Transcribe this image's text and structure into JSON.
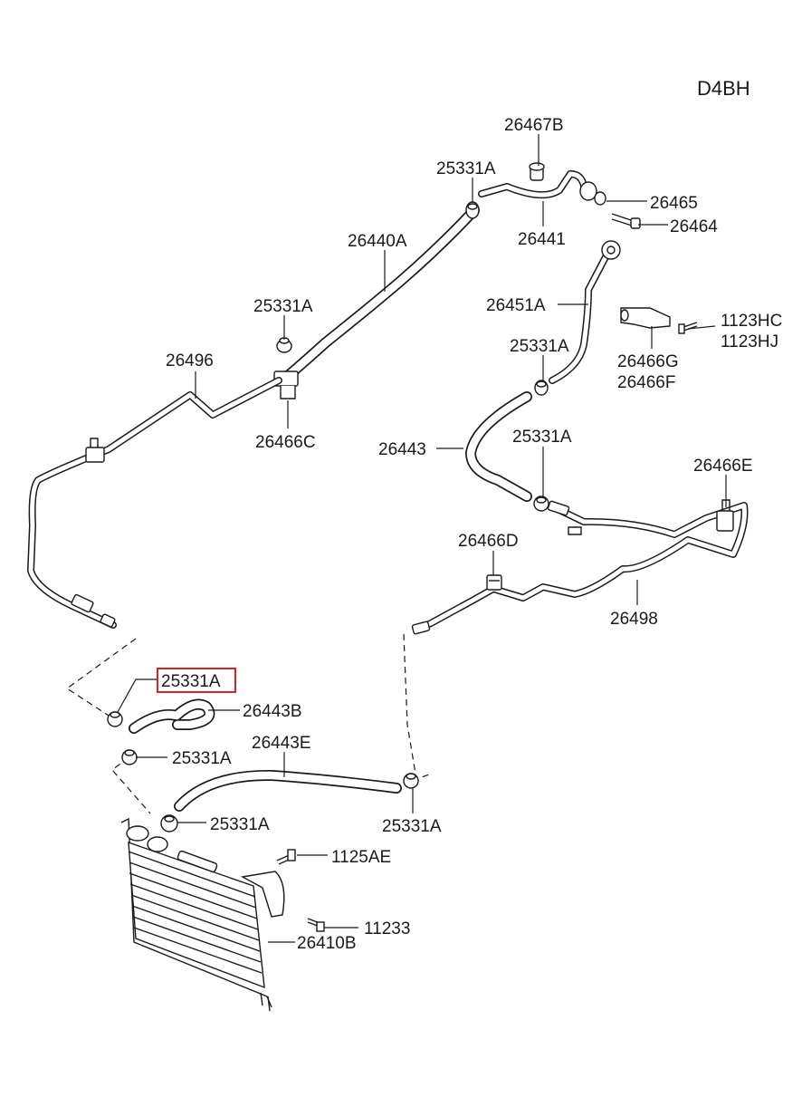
{
  "diagram": {
    "engine_code": "D4BH",
    "highlighted_label": "25331A",
    "labels": {
      "p26467B": "26467B",
      "p25331A_top": "25331A",
      "p26465": "26465",
      "p26464": "26464",
      "p26441": "26441",
      "p26440A": "26440A",
      "p25331A_mid": "25331A",
      "p26496": "26496",
      "p26466C": "26466C",
      "p26451A": "26451A",
      "p1123HC": "1123HC",
      "p1123HJ": "1123HJ",
      "p25331A_r1": "25331A",
      "p26466G": "26466G",
      "p26466F": "26466F",
      "p26443": "26443",
      "p25331A_r2": "25331A",
      "p26466E": "26466E",
      "p26466D": "26466D",
      "p26498": "26498",
      "p25331A_sel": "25331A",
      "p26443B": "26443B",
      "p25331A_l2": "25331A",
      "p26443E": "26443E",
      "p25331A_l3": "25331A",
      "p25331A_r3": "25331A",
      "p1125AE": "1125AE",
      "p11233": "11233",
      "p26410B": "26410B"
    }
  }
}
